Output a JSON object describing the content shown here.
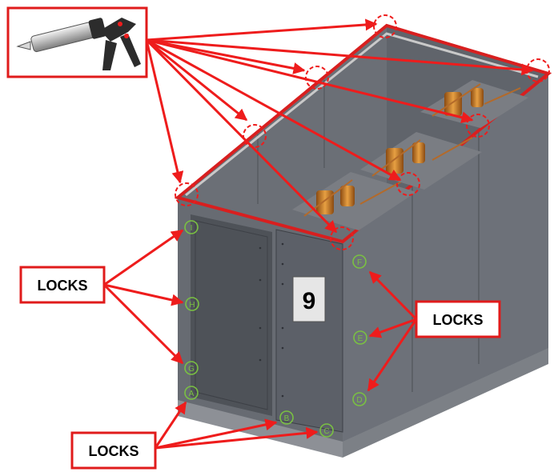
{
  "callouts": {
    "left": "LOCKS",
    "right": "LOCKS",
    "bottom": "LOCKS"
  },
  "panel_number": "9",
  "lock_letters": {
    "a": "A",
    "b": "B",
    "c": "C",
    "d": "D",
    "e": "E",
    "f": "F",
    "g": "G",
    "h": "H",
    "i": "I"
  },
  "colors": {
    "arrow": "#ee1c1c",
    "lock_marker": "#7ac142",
    "panel": "#5c6068"
  },
  "icons": [
    "caulk-gun-icon"
  ]
}
